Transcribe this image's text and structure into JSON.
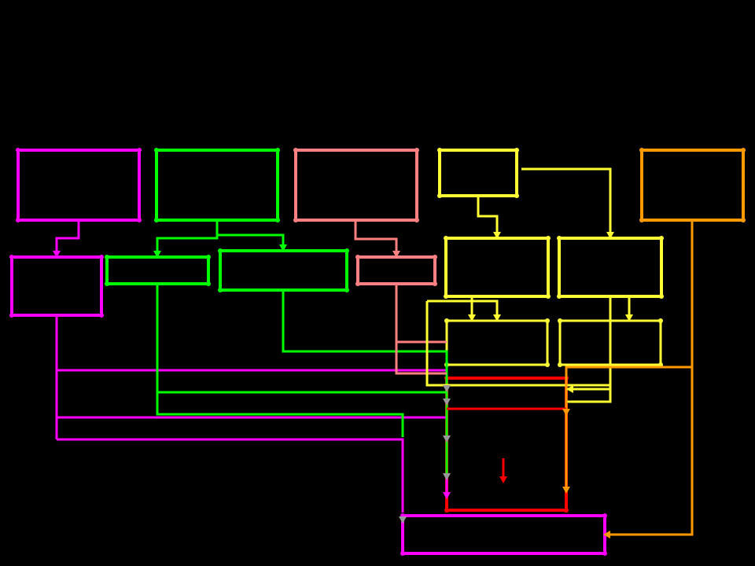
{
  "colors": {
    "background": "#000000",
    "magenta": "#ff00ff",
    "green": "#00ff00",
    "salmon": "#ff8080",
    "yellow": "#ffff33",
    "orange": "#ff9900",
    "red": "#ff0000",
    "gray": "#999999"
  },
  "diagram": {
    "boxes": [
      {
        "id": "magenta-top",
        "color": "magenta"
      },
      {
        "id": "green-top",
        "color": "green"
      },
      {
        "id": "salmon-top",
        "color": "salmon"
      },
      {
        "id": "yellow-top",
        "color": "yellow"
      },
      {
        "id": "orange-top",
        "color": "orange"
      },
      {
        "id": "magenta-mid",
        "color": "magenta"
      },
      {
        "id": "green-mid-left",
        "color": "green"
      },
      {
        "id": "green-mid-right",
        "color": "green"
      },
      {
        "id": "salmon-mid",
        "color": "salmon"
      },
      {
        "id": "yellow-mid-left",
        "color": "yellow"
      },
      {
        "id": "yellow-mid-right",
        "color": "yellow"
      },
      {
        "id": "yellow-low-left",
        "color": "yellow"
      },
      {
        "id": "yellow-low-right",
        "color": "yellow"
      },
      {
        "id": "red-center",
        "color": "red"
      },
      {
        "id": "magenta-bottom",
        "color": "magenta"
      }
    ],
    "connectors": [
      {
        "id": "magenta-top-to-mid",
        "color": "magenta"
      },
      {
        "id": "magenta-mid-trunk",
        "color": "magenta"
      },
      {
        "id": "magenta-bus-1",
        "color": "magenta"
      },
      {
        "id": "magenta-bus-2",
        "color": "magenta"
      },
      {
        "id": "magenta-bus-3",
        "color": "magenta"
      },
      {
        "id": "magenta-feed-bottom",
        "color": "magenta"
      },
      {
        "id": "green-top-split",
        "color": "green"
      },
      {
        "id": "green-left-down",
        "color": "green"
      },
      {
        "id": "green-bus-1",
        "color": "green"
      },
      {
        "id": "green-bus-2",
        "color": "green"
      },
      {
        "id": "green-right-down",
        "color": "green"
      },
      {
        "id": "salmon-top-to-mid",
        "color": "salmon"
      },
      {
        "id": "salmon-down",
        "color": "salmon"
      },
      {
        "id": "salmon-loop",
        "color": "salmon"
      },
      {
        "id": "yellow-top-to-mid",
        "color": "yellow"
      },
      {
        "id": "yellow-top-to-right",
        "color": "yellow"
      },
      {
        "id": "yellow-mid-to-low",
        "color": "yellow"
      },
      {
        "id": "yellow-right-to-low",
        "color": "yellow"
      },
      {
        "id": "yellow-left-loop",
        "color": "yellow"
      },
      {
        "id": "yellow-right-loop",
        "color": "yellow"
      },
      {
        "id": "orange-trunk",
        "color": "orange"
      },
      {
        "id": "orange-branch",
        "color": "orange"
      },
      {
        "id": "red-bus",
        "color": "red"
      },
      {
        "id": "red-down-arrow",
        "color": "red"
      }
    ]
  }
}
